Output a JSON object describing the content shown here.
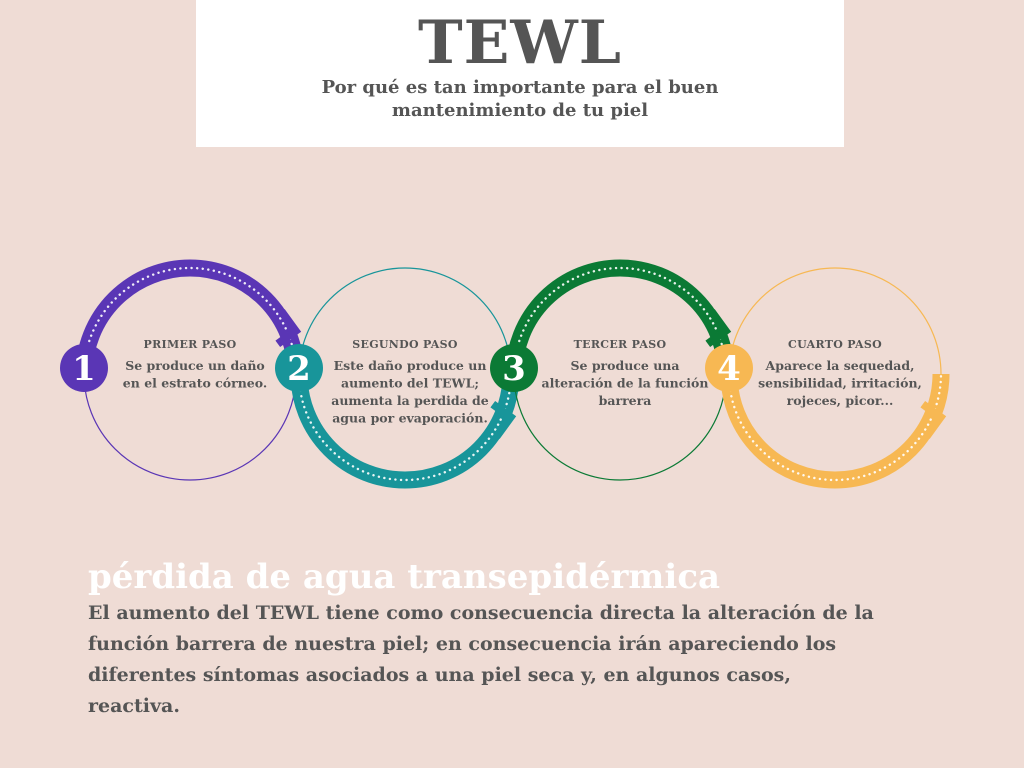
{
  "header": {
    "title": "TEWL",
    "subtitle_lines": [
      "Por qué es tan importante para el buen",
      "mantenimiento de tu piel"
    ]
  },
  "steps": [
    {
      "number": "1",
      "title": "PRIMER PASO",
      "lines": [
        "Se produce un daño",
        "en el estrato córneo."
      ],
      "color": "#5a36b5"
    },
    {
      "number": "2",
      "title": "SEGUNDO PASO",
      "lines": [
        "Este daño produce un",
        "aumento del TEWL;",
        "aumenta la perdida de",
        "agua por evaporación."
      ],
      "color": "#18959a"
    },
    {
      "number": "3",
      "title": "TERCER PASO",
      "lines": [
        "Se produce una",
        "alteración de la función",
        "barrera"
      ],
      "color": "#0b7a35"
    },
    {
      "number": "4",
      "title": "CUARTO PASO",
      "lines": [
        "Aparece la sequedad,",
        "sensibilidad, irritación,",
        "rojeces, picor..."
      ],
      "color": "#f7b853"
    }
  ],
  "section": {
    "heading": "pérdida de agua transepidérmica",
    "body_lines": [
      "El aumento del TEWL tiene como consecuencia directa la alteración de la",
      "función barrera de nuestra piel; en consecuencia irán apareciendo los",
      "diferentes síntomas asociados a una piel seca y, en algunos casos, reactiva."
    ]
  }
}
